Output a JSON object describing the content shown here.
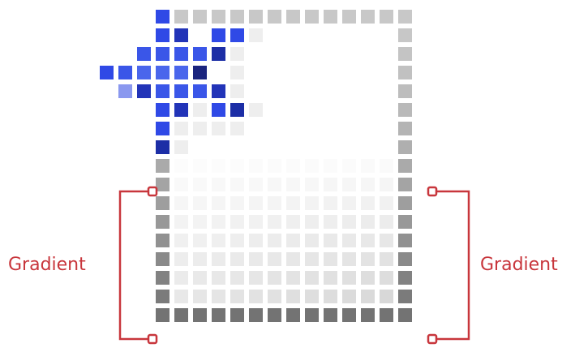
{
  "labels": {
    "left": "Gradient",
    "right": "Gradient"
  },
  "colors": {
    "accent": "#c8363c",
    "white": "#ffffff"
  },
  "grid": {
    "cols": 14,
    "rows": 17,
    "blue_overlay": [
      {
        "r": 0,
        "c": 0,
        "color": "#2f49e6"
      },
      {
        "r": 1,
        "c": 0,
        "color": "#2f49e6"
      },
      {
        "r": 1,
        "c": 1,
        "color": "#2234b8"
      },
      {
        "r": 1,
        "c": 3,
        "color": "#2f49e6"
      },
      {
        "r": 1,
        "c": 4,
        "color": "#2f49e6"
      },
      {
        "r": 2,
        "c": -1,
        "color": "#3a56e8"
      },
      {
        "r": 2,
        "c": 0,
        "color": "#3a56e8"
      },
      {
        "r": 2,
        "c": 1,
        "color": "#3a56e8"
      },
      {
        "r": 2,
        "c": 2,
        "color": "#3a56e8"
      },
      {
        "r": 2,
        "c": 3,
        "color": "#1c2ea6"
      },
      {
        "r": 3,
        "c": -3,
        "color": "#2f49e6"
      },
      {
        "r": 3,
        "c": -2,
        "color": "#3a56e8"
      },
      {
        "r": 3,
        "c": -1,
        "color": "#4a66ec"
      },
      {
        "r": 3,
        "c": 0,
        "color": "#4a66ec"
      },
      {
        "r": 3,
        "c": 1,
        "color": "#4a66ec"
      },
      {
        "r": 3,
        "c": 2,
        "color": "#1a247e"
      },
      {
        "r": 4,
        "c": -2,
        "color": "#8a98ef"
      },
      {
        "r": 4,
        "c": -1,
        "color": "#2234b8"
      },
      {
        "r": 4,
        "c": 0,
        "color": "#3a56e8"
      },
      {
        "r": 4,
        "c": 1,
        "color": "#3a56e8"
      },
      {
        "r": 4,
        "c": 2,
        "color": "#3a56e8"
      },
      {
        "r": 4,
        "c": 3,
        "color": "#2234b8"
      },
      {
        "r": 5,
        "c": 0,
        "color": "#2f49e6"
      },
      {
        "r": 5,
        "c": 1,
        "color": "#2234b8"
      },
      {
        "r": 5,
        "c": 3,
        "color": "#2f49e6"
      },
      {
        "r": 5,
        "c": 4,
        "color": "#1c2ea6"
      },
      {
        "r": 6,
        "c": 0,
        "color": "#2f49e6"
      },
      {
        "r": 7,
        "c": 0,
        "color": "#1c2ea6"
      }
    ]
  }
}
